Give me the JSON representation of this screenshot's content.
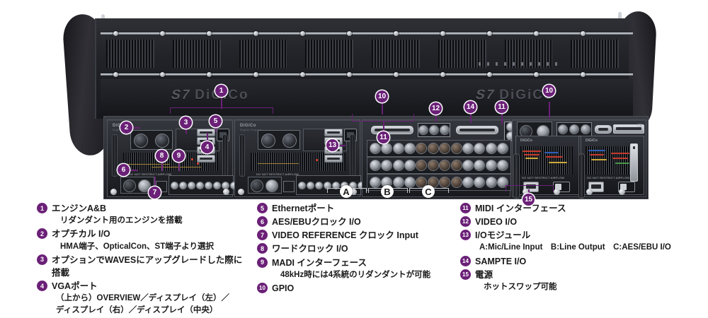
{
  "product": {
    "brand": "DiGiCo",
    "module_label": "DiGiCo",
    "module_sublabel": "Digital Engine",
    "psu_label": "DiGiCo",
    "psu_sublabel": "Power Supply Module",
    "psu_warning": "DO NOT RESTRICT AIRFLOW",
    "engine_warning": "DO NOT RESTRICT AIRFLOW",
    "cert_text": "CE"
  },
  "accent_color": "#6b2077",
  "io_groups": [
    {
      "id": "A",
      "label": "A"
    },
    {
      "id": "B",
      "label": "B"
    },
    {
      "id": "C",
      "label": "C"
    }
  ],
  "callouts": [
    {
      "n": "1",
      "label": "1"
    },
    {
      "n": "2",
      "label": "2"
    },
    {
      "n": "3",
      "label": "3"
    },
    {
      "n": "4",
      "label": "4"
    },
    {
      "n": "5",
      "label": "5"
    },
    {
      "n": "6",
      "label": "6"
    },
    {
      "n": "7",
      "label": "7"
    },
    {
      "n": "8",
      "label": "8"
    },
    {
      "n": "9",
      "label": "9"
    },
    {
      "n": "10",
      "label": "10"
    },
    {
      "n": "11",
      "label": "11"
    },
    {
      "n": "12",
      "label": "12"
    },
    {
      "n": "13",
      "label": "13"
    },
    {
      "n": "14",
      "label": "14"
    },
    {
      "n": "15",
      "label": "15"
    }
  ],
  "legend": {
    "column1": [
      {
        "num": "1",
        "title": "エンジンA&B",
        "details": [
          "リダンダント用のエンジンを搭載"
        ]
      },
      {
        "num": "2",
        "title": "オプチカル I/O",
        "details": [
          "HMA端子、OpticalCon、ST端子より選択"
        ]
      },
      {
        "num": "3",
        "title": "オプションでWAVESにアップグレードした際に搭載",
        "details": []
      },
      {
        "num": "4",
        "title": "VGAポート",
        "details": [
          "（上から）OVERVIEW／ディスプレイ（左）／",
          "ディスプレイ（右）／ディスプレイ（中央）"
        ]
      }
    ],
    "column2": [
      {
        "num": "5",
        "title": "Ethernetポート",
        "details": []
      },
      {
        "num": "6",
        "title": "AES/EBUクロック I/O",
        "details": []
      },
      {
        "num": "7",
        "title": "VIDEO REFERENCE クロック Input",
        "details": []
      },
      {
        "num": "8",
        "title": "ワードクロック I/O",
        "details": []
      },
      {
        "num": "9",
        "title": "MADI インターフェース",
        "details": [
          "48kHz時には4系統のリダンダントが可能"
        ]
      },
      {
        "num": "10",
        "title": "GPIO",
        "details": []
      }
    ],
    "column3": [
      {
        "num": "11",
        "title": "MIDI インターフェース",
        "details": []
      },
      {
        "num": "12",
        "title": "VIDEO I/O",
        "details": []
      },
      {
        "num": "13",
        "title": "I/Oモジュール",
        "details": [
          "A:Mic/Line Input　B:Line Output　C:AES/EBU I/O"
        ]
      },
      {
        "num": "14",
        "title": "SAMPTE I/O",
        "details": []
      },
      {
        "num": "15",
        "title": "電源",
        "details": [
          "ホットスワップ可能"
        ]
      }
    ]
  }
}
